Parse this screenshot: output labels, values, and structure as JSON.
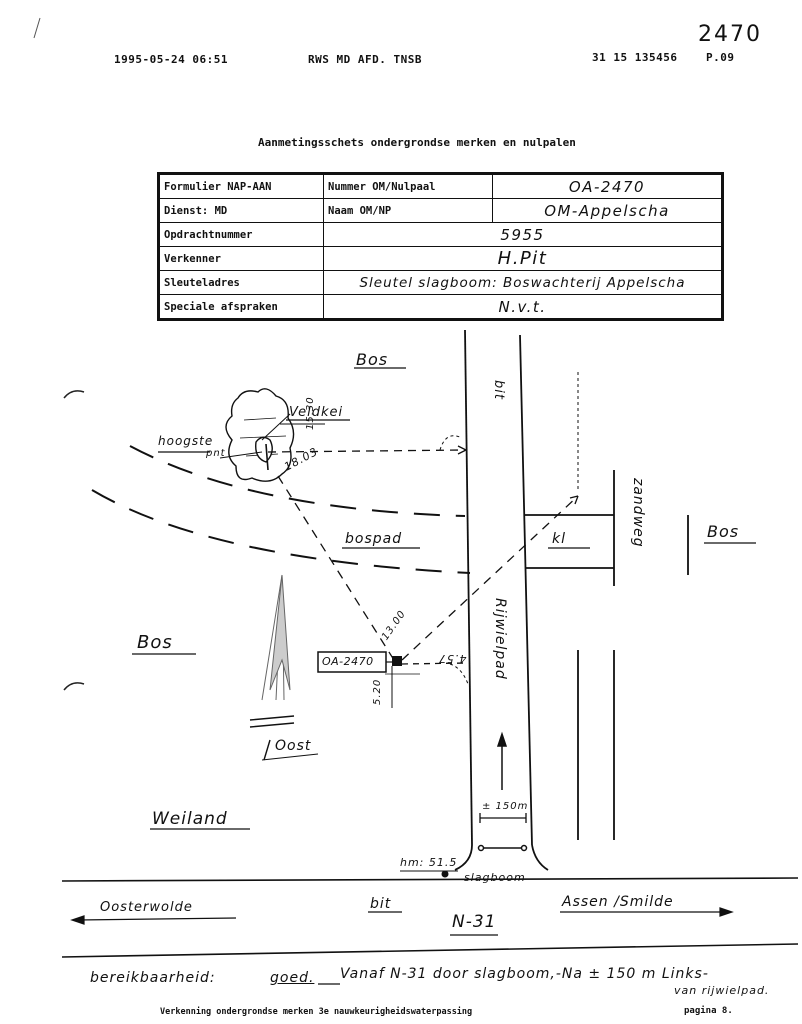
{
  "fax_header": {
    "datetime": "1995-05-24  06:51",
    "sender": "RWS MD AFD. TNSB",
    "number": "31 15 135456",
    "page": "P.09"
  },
  "handwritten_number": "2470",
  "title": "Aanmetingsschets ondergrondse merken en nulpalen",
  "form": {
    "formulier_label": "Formulier NAP-AAN",
    "nummer_label": "Nummer OM/Nulpaal",
    "nummer_value": "OA-2470",
    "dienst_label": "Dienst: MD",
    "naam_label": "Naam OM/NP",
    "naam_value": "OM-Appelscha",
    "opdracht_label": "Opdrachtnummer",
    "opdracht_value": "5955",
    "verkenner_label": "Verkenner",
    "verkenner_value": "H.Pit",
    "sleutel_label": "Sleuteladres",
    "sleutel_value": "Sleutel slagboom: Boswachterij Appelscha",
    "speciale_label": "Speciale afspraken",
    "speciale_value": "N.v.t."
  },
  "sketch": {
    "bos_top": "Bos",
    "bos_left": "Bos",
    "bos_right": "Bos",
    "veldkei": "Veldkei",
    "hoogste": "hoogste",
    "pnt": "pnt",
    "dist_1530": "15.30",
    "dist_1803": "18.03",
    "bospad": "bospad",
    "kl": "kl",
    "zandweg": "zandweg",
    "rijwielpad": "Rijwielpad",
    "bit_vertical": "bit",
    "marker_label": "OA-2470",
    "dist_1300": "13.00",
    "dist_457": "4.57",
    "dist_520": "5.20",
    "oost": "Oost",
    "weiland": "Weiland",
    "dist_150": "± 150m",
    "hm": "hm: 51.5",
    "slagboom": "slagboom",
    "oosterwolde": "Oosterwolde",
    "bit_road": "bit",
    "road_name": "N-31",
    "assen_smilde": "Assen /Smilde"
  },
  "access": {
    "label": "bereikbaarheid:",
    "quality": "goed.",
    "text": "Vanaf N-31 door slagboom,-Na ± 150 m Links-",
    "text2": "van rijwielpad."
  },
  "footer": {
    "text": "Verkenning ondergrondse merken 3e nauwkeurigheidswaterpassing",
    "page": "pagina 8."
  }
}
